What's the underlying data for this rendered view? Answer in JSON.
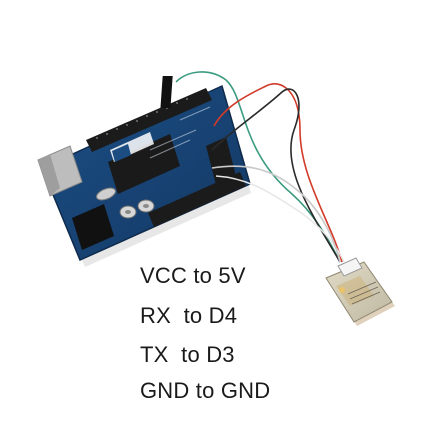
{
  "wiring": [
    "VCC to 5V",
    "RX  to D4",
    "TX  to D3",
    "GND to GND"
  ],
  "colors": {
    "board": "#1d4f86",
    "wire_green": "#3a9b80",
    "wire_red": "#d23a2a",
    "wire_black": "#2a2a2a",
    "wire_white": "#e8e8e8",
    "gps_ceramic": "#d8d1bb"
  }
}
